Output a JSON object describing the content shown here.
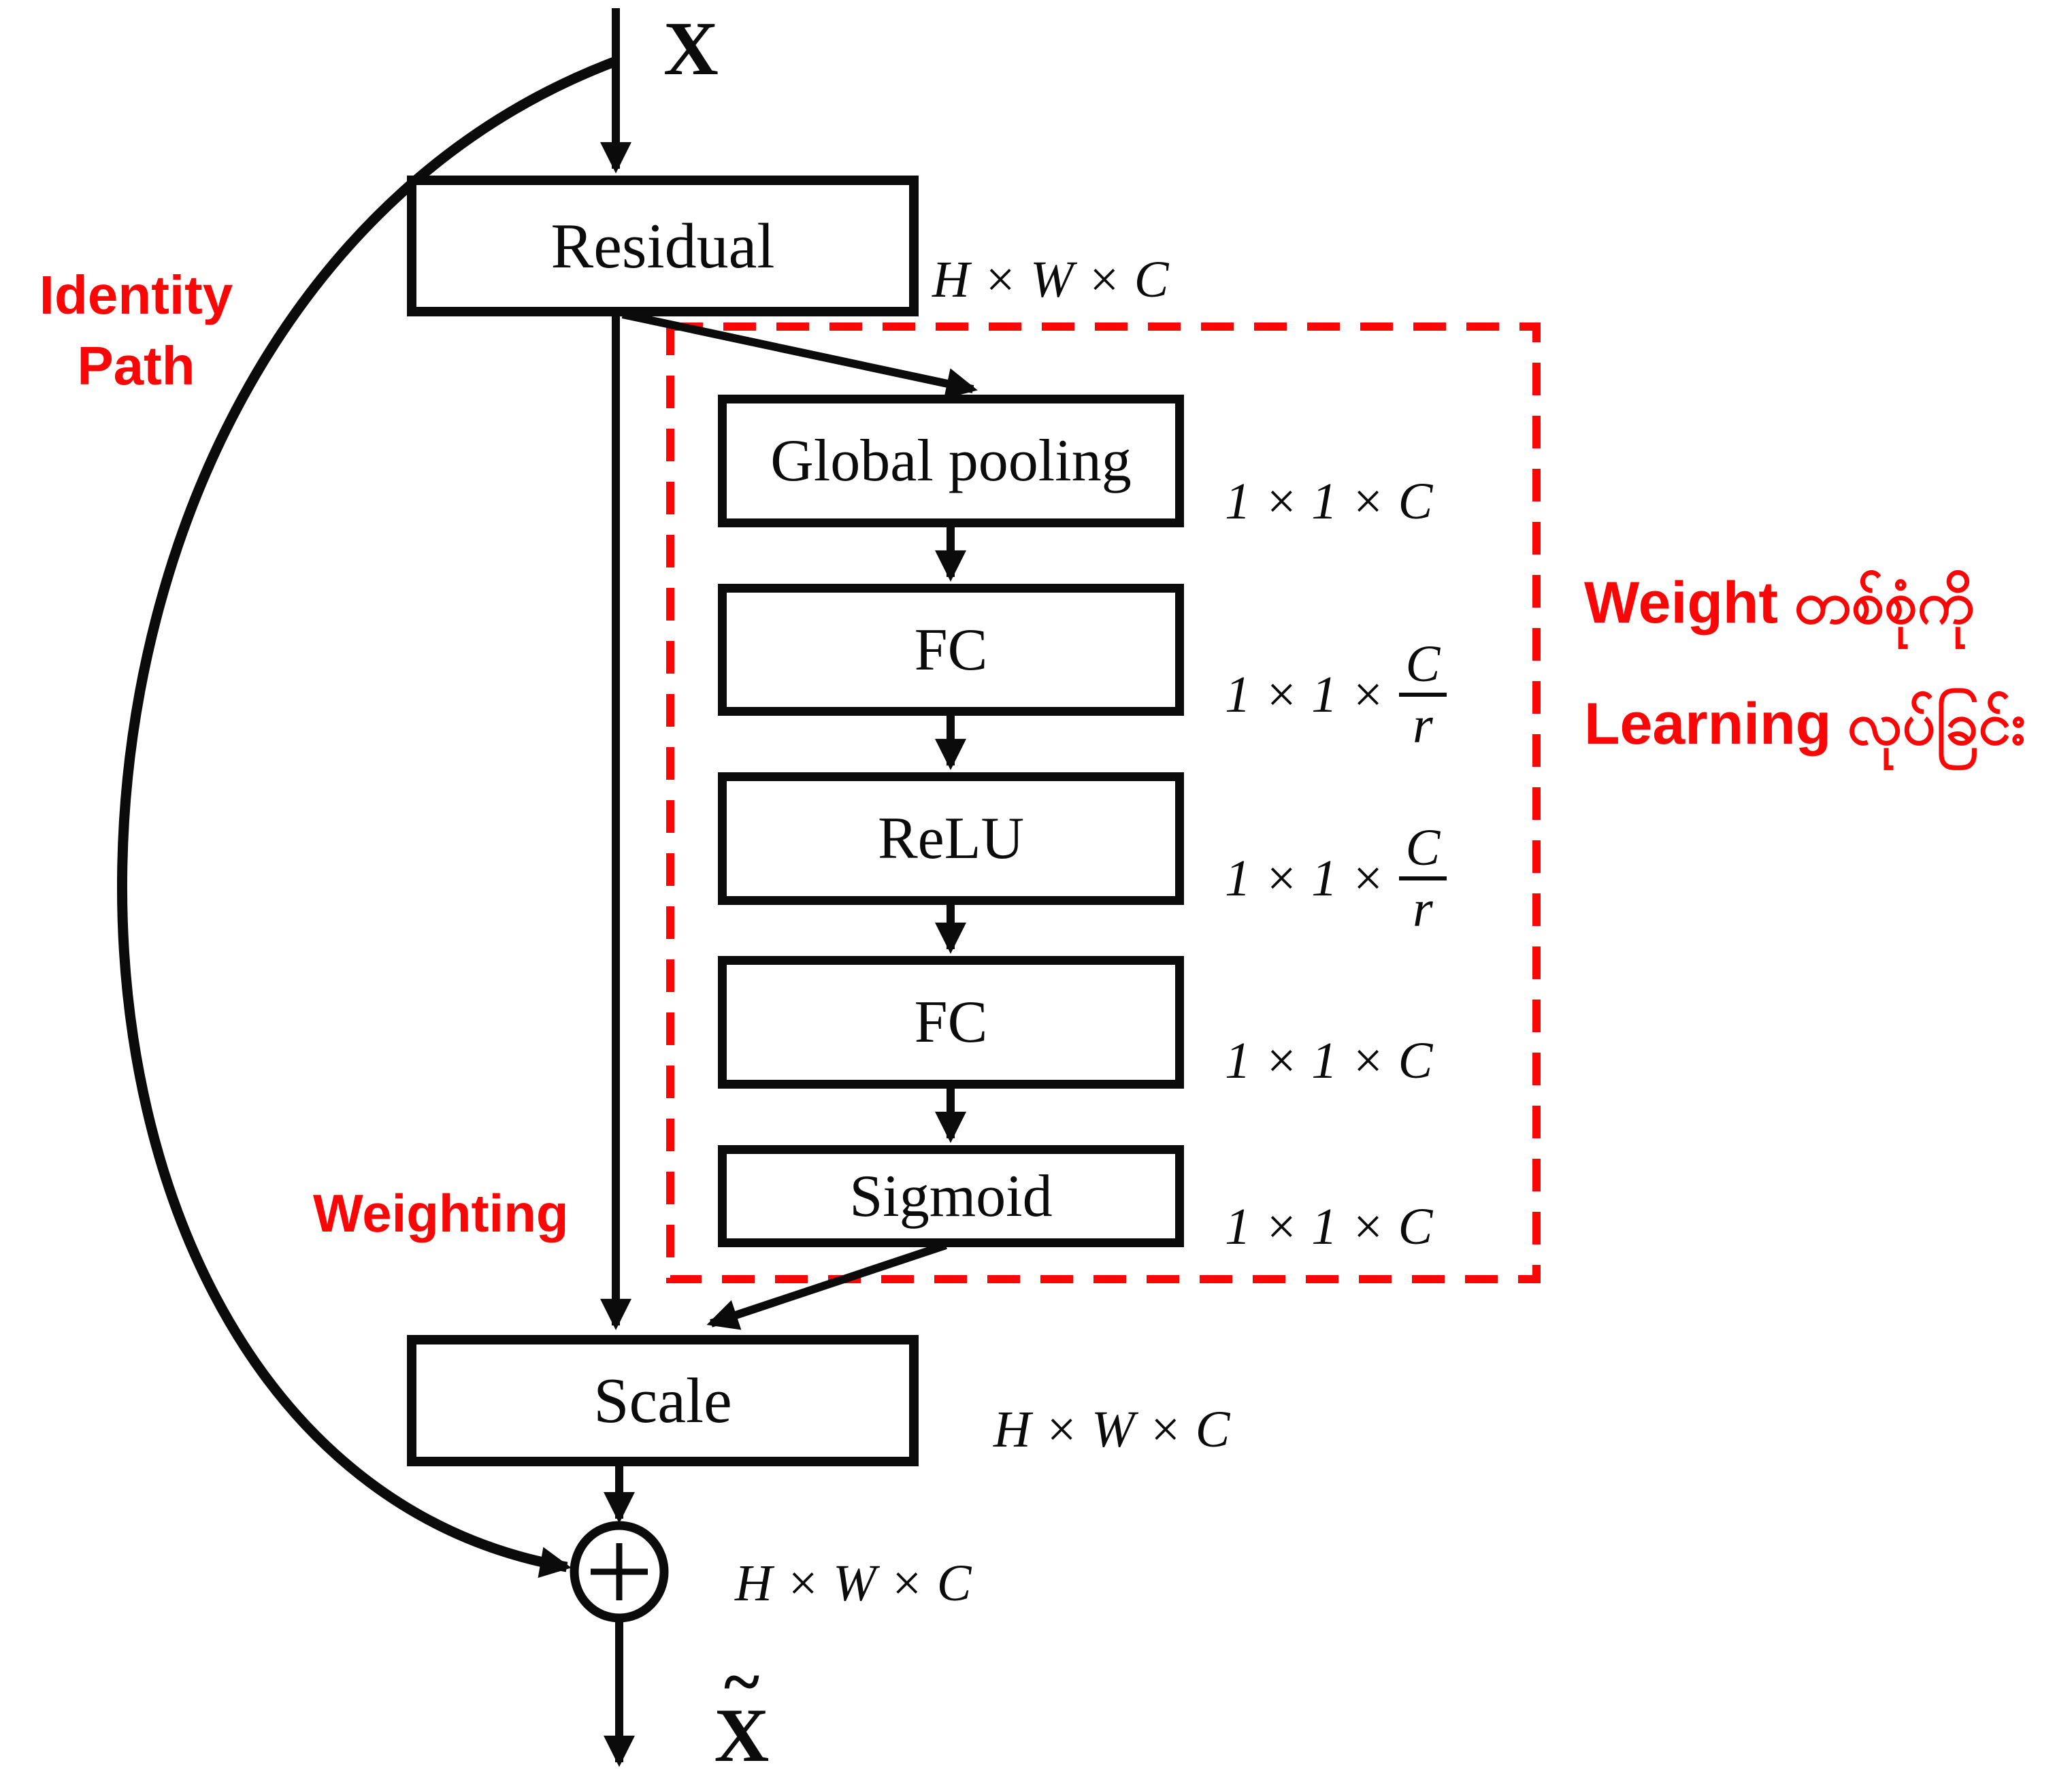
{
  "diagram": {
    "input_label": "X",
    "output_base": "X",
    "output_accent": "~",
    "boxes": {
      "residual": "Residual",
      "global_pooling": "Global pooling",
      "fc1": "FC",
      "relu": "ReLU",
      "fc2": "FC",
      "sigmoid": "Sigmoid",
      "scale": "Scale"
    },
    "dims": {
      "residual": "H × W × C",
      "global_pooling": "1 × 1 × C",
      "fc1_prefix": "1 × 1 ×",
      "fc1_numerator": "C",
      "fc1_denominator": "r",
      "relu_prefix": "1 × 1 ×",
      "relu_numerator": "C",
      "relu_denominator": "r",
      "fc2": "1 × 1 × C",
      "sigmoid": "1 × 1 × C",
      "scale": "H × W × C",
      "sum": "H × W × C"
    },
    "annotations": {
      "identity_line1": "Identity",
      "identity_line2": "Path",
      "weighting": "Weighting",
      "se_line1": "Weight တစ်စုံကို",
      "se_line2": "Learning လုပ်ခြင်း"
    },
    "colors": {
      "annotation_red": "#f90606",
      "line_black": "#0b0b0b"
    },
    "icons": {
      "sum_symbol": "plus-in-circle-icon"
    }
  }
}
